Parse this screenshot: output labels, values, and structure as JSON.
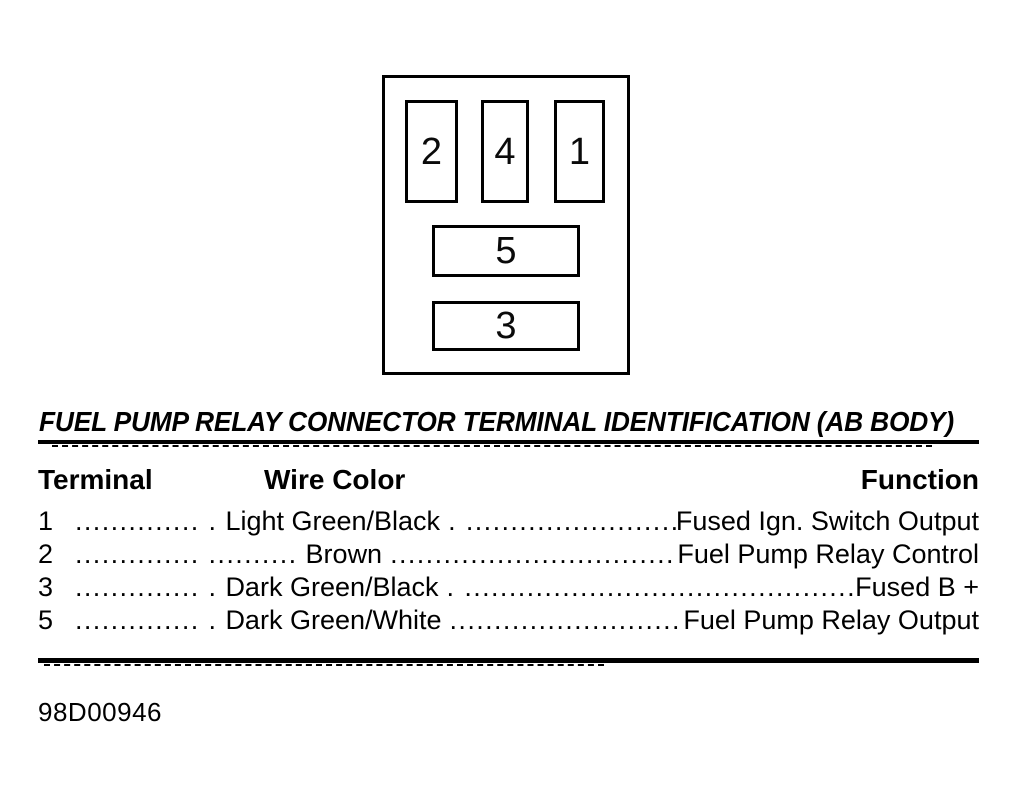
{
  "page": {
    "background": "#ffffff",
    "ink": "#000000"
  },
  "connector_diagram": {
    "description": "fuel pump relay connector cavity layout",
    "pins": [
      {
        "label": "2"
      },
      {
        "label": "4"
      },
      {
        "label": "1"
      },
      {
        "label": "5"
      },
      {
        "label": "3"
      }
    ]
  },
  "title": "FUEL PUMP RELAY CONNECTOR TERMINAL IDENTIFICATION (AB BODY)",
  "table": {
    "headers": {
      "terminal": "Terminal",
      "wire_color": "Wire Color",
      "function": "Function"
    },
    "rows": [
      {
        "terminal": "1",
        "leader1": ".............. .",
        "wire_color": "Light Green/Black",
        "leader2": ". ..................................................",
        "function": "Fused Ign. Switch Output"
      },
      {
        "terminal": "2",
        "leader1": ".............. ..........",
        "wire_color": "Brown",
        "leader2": "......................................................",
        "function": "Fuel Pump Relay Control"
      },
      {
        "terminal": "3",
        "leader1": ".............. .",
        "wire_color": "Dark Green/Black",
        "leader2": ". ...........................................................",
        "function": "Fused B +"
      },
      {
        "terminal": "5",
        "leader1": ".............. .",
        "wire_color": "Dark Green/White",
        "leader2": "....................................................",
        "function": "Fuel Pump Relay Output"
      }
    ]
  },
  "footer": {
    "figure_id": "98D00946"
  }
}
